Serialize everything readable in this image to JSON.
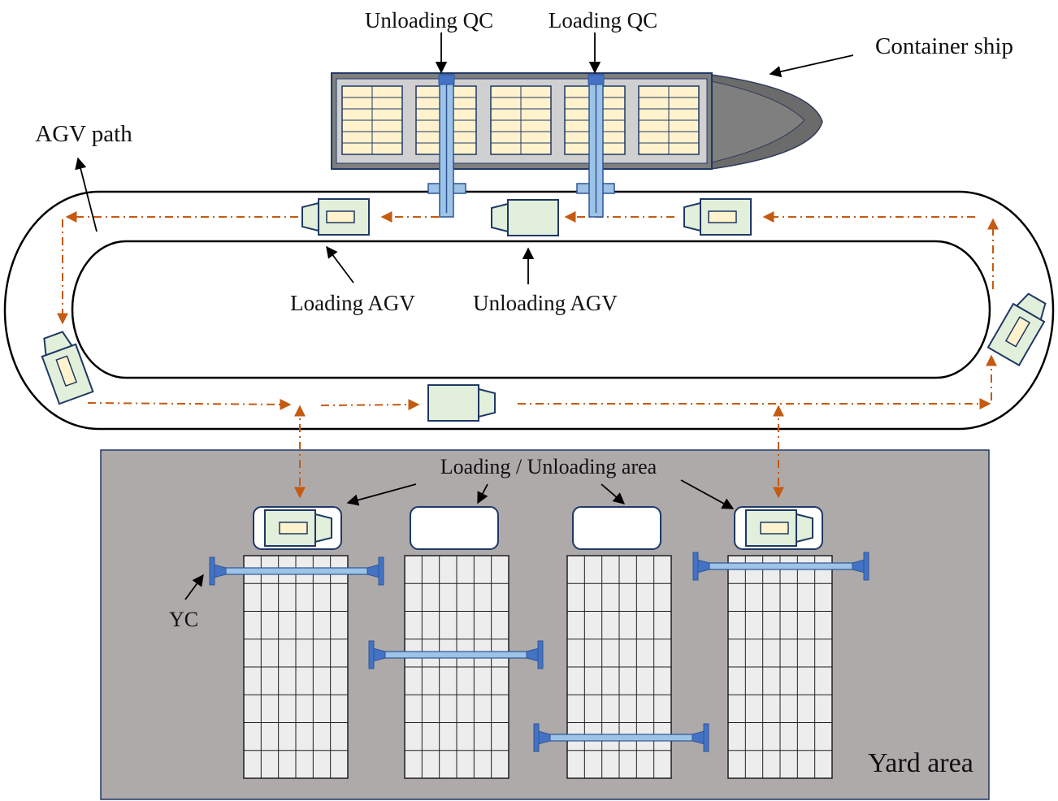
{
  "labels": {
    "unloading_qc": "Unloading QC",
    "loading_qc": "Loading QC",
    "container_ship": "Container ship",
    "agv_path": "AGV path",
    "loading_agv": "Loading AGV",
    "unloading_agv": "Unloading AGV",
    "loading_unloading_area": "Loading / Unloading area",
    "yc": "YC",
    "yard_area": "Yard area"
  },
  "colors": {
    "path_arrow": "#c55a11",
    "ship_hull": "#6b6b6b",
    "ship_deck": "#d0d0d0",
    "container_fill": "#fff2cc",
    "agv_fill": "#e2efda",
    "agv_stroke": "#1f3864",
    "crane_fill": "#9dc3e6",
    "crane_stroke": "#2f5597",
    "yc_end": "#4472c4",
    "yard_bg": "#aeaaaa",
    "block_fill": "#ededed"
  }
}
